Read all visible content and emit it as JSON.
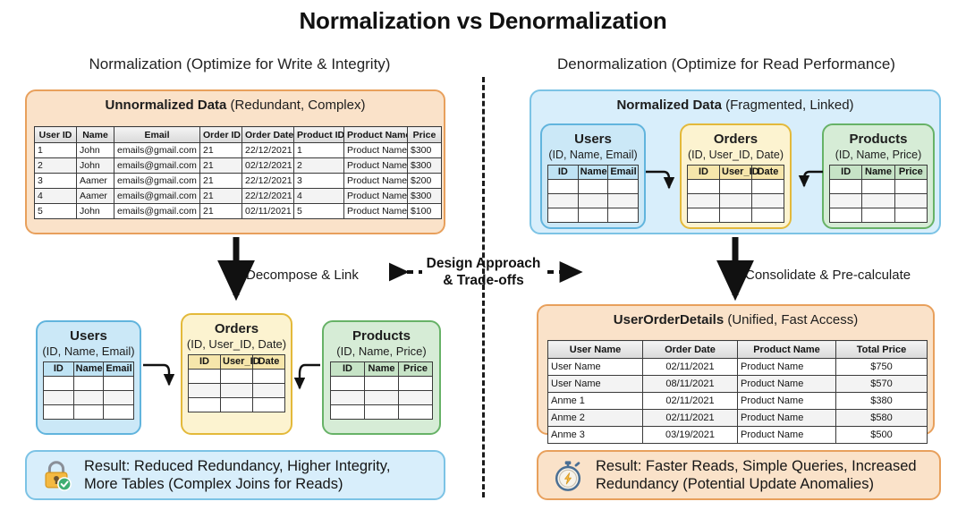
{
  "title": "Normalization vs Denormalization",
  "left_column": {
    "subtitle": "Normalization (Optimize for Write & Integrity)",
    "top_panel": {
      "title_bold": "Unnormalized Data",
      "title_rest": " (Redundant, Complex)",
      "table": {
        "headers": [
          "User ID",
          "Name",
          "Email",
          "Order ID",
          "Order Date",
          "Product ID",
          "Product Name",
          "Price"
        ],
        "rows": [
          [
            "1",
            "John",
            "emails@gmail.com",
            "21",
            "22/12/2021",
            "1",
            "Product Name",
            "$300"
          ],
          [
            "2",
            "John",
            "emails@gmail.com",
            "21",
            "02/12/2021",
            "2",
            "Product Name",
            "$300"
          ],
          [
            "3",
            "Aamer",
            "emails@gmail.com",
            "21",
            "22/12/2021",
            "3",
            "Product Name",
            "$200"
          ],
          [
            "4",
            "Aamer",
            "emails@gmail.com",
            "21",
            "22/12/2021",
            "4",
            "Product Name",
            "$300"
          ],
          [
            "5",
            "John",
            "emails@gmail.com",
            "21",
            "02/11/2021",
            "5",
            "Product Name",
            "$100"
          ]
        ]
      }
    },
    "arrow_label": "Decompose & Link",
    "tables": [
      {
        "name": "Users",
        "attrs": "(ID, Name, Email)",
        "headers": [
          "ID",
          "Name",
          "Email"
        ],
        "empty_rows": 3
      },
      {
        "name": "Orders",
        "attrs": "(ID, User_ID, Date)",
        "headers": [
          "ID",
          "User_ID",
          "Date"
        ],
        "empty_rows": 3
      },
      {
        "name": "Products",
        "attrs": "(ID, Name, Price)",
        "headers": [
          "ID",
          "Name",
          "Price"
        ],
        "empty_rows": 3
      }
    ],
    "result": {
      "icon": "lock-check-icon",
      "line1": "Result: Reduced Redundancy, Higher Integrity,",
      "line2": "More Tables (Complex Joins for Reads)"
    }
  },
  "right_column": {
    "subtitle": "Denormalization (Optimize for Read Performance)",
    "top_panel": {
      "title_bold": "Normalized Data",
      "title_rest": " (Fragmented, Linked)",
      "tables": [
        {
          "name": "Users",
          "attrs": "(ID, Name, Email)",
          "headers": [
            "ID",
            "Name",
            "Email"
          ],
          "empty_rows": 3
        },
        {
          "name": "Orders",
          "attrs": "(ID, User_ID, Date)",
          "headers": [
            "ID",
            "User_ID",
            "Date"
          ],
          "empty_rows": 3
        },
        {
          "name": "Products",
          "attrs": "(ID, Name, Price)",
          "headers": [
            "ID",
            "Name",
            "Price"
          ],
          "empty_rows": 3
        }
      ]
    },
    "arrow_label": "Consolidate & Pre-calculate",
    "bottom_panel": {
      "title_bold": "UserOrderDetails",
      "title_rest": " (Unified, Fast Access)",
      "table": {
        "headers": [
          "User Name",
          "Order Date",
          "Product Name",
          "Total Price"
        ],
        "rows": [
          [
            "User Name",
            "02/11/2021",
            "Product Name",
            "$750"
          ],
          [
            "User Name",
            "08/11/2021",
            "Product Name",
            "$570"
          ],
          [
            "Anme 1",
            "02/11/2021",
            "Product Name",
            "$380"
          ],
          [
            "Anme 2",
            "02/11/2021",
            "Product Name",
            "$580"
          ],
          [
            "Anme 3",
            "03/19/2021",
            "Product Name",
            "$500"
          ]
        ]
      }
    },
    "result": {
      "icon": "stopwatch-bolt-icon",
      "line1": "Result: Faster Reads, Simple Queries, Increased",
      "line2": "Redundancy (Potential Update Anomalies)"
    }
  },
  "center": {
    "note_line1": "Design Approach",
    "note_line2": "& Trade-offs"
  },
  "colors": {
    "peach_fill": "#fae2c9",
    "peach_border": "#e8a05c",
    "blue_fill": "#d8eefb",
    "blue_border": "#7cc3e5",
    "blue_table": "#cbe8f7",
    "yellow_table": "#fcf3d0",
    "yellow_border": "#e3b93a",
    "green_table": "#d6ecd6",
    "green_border": "#67b267",
    "arrow": "#111111"
  }
}
